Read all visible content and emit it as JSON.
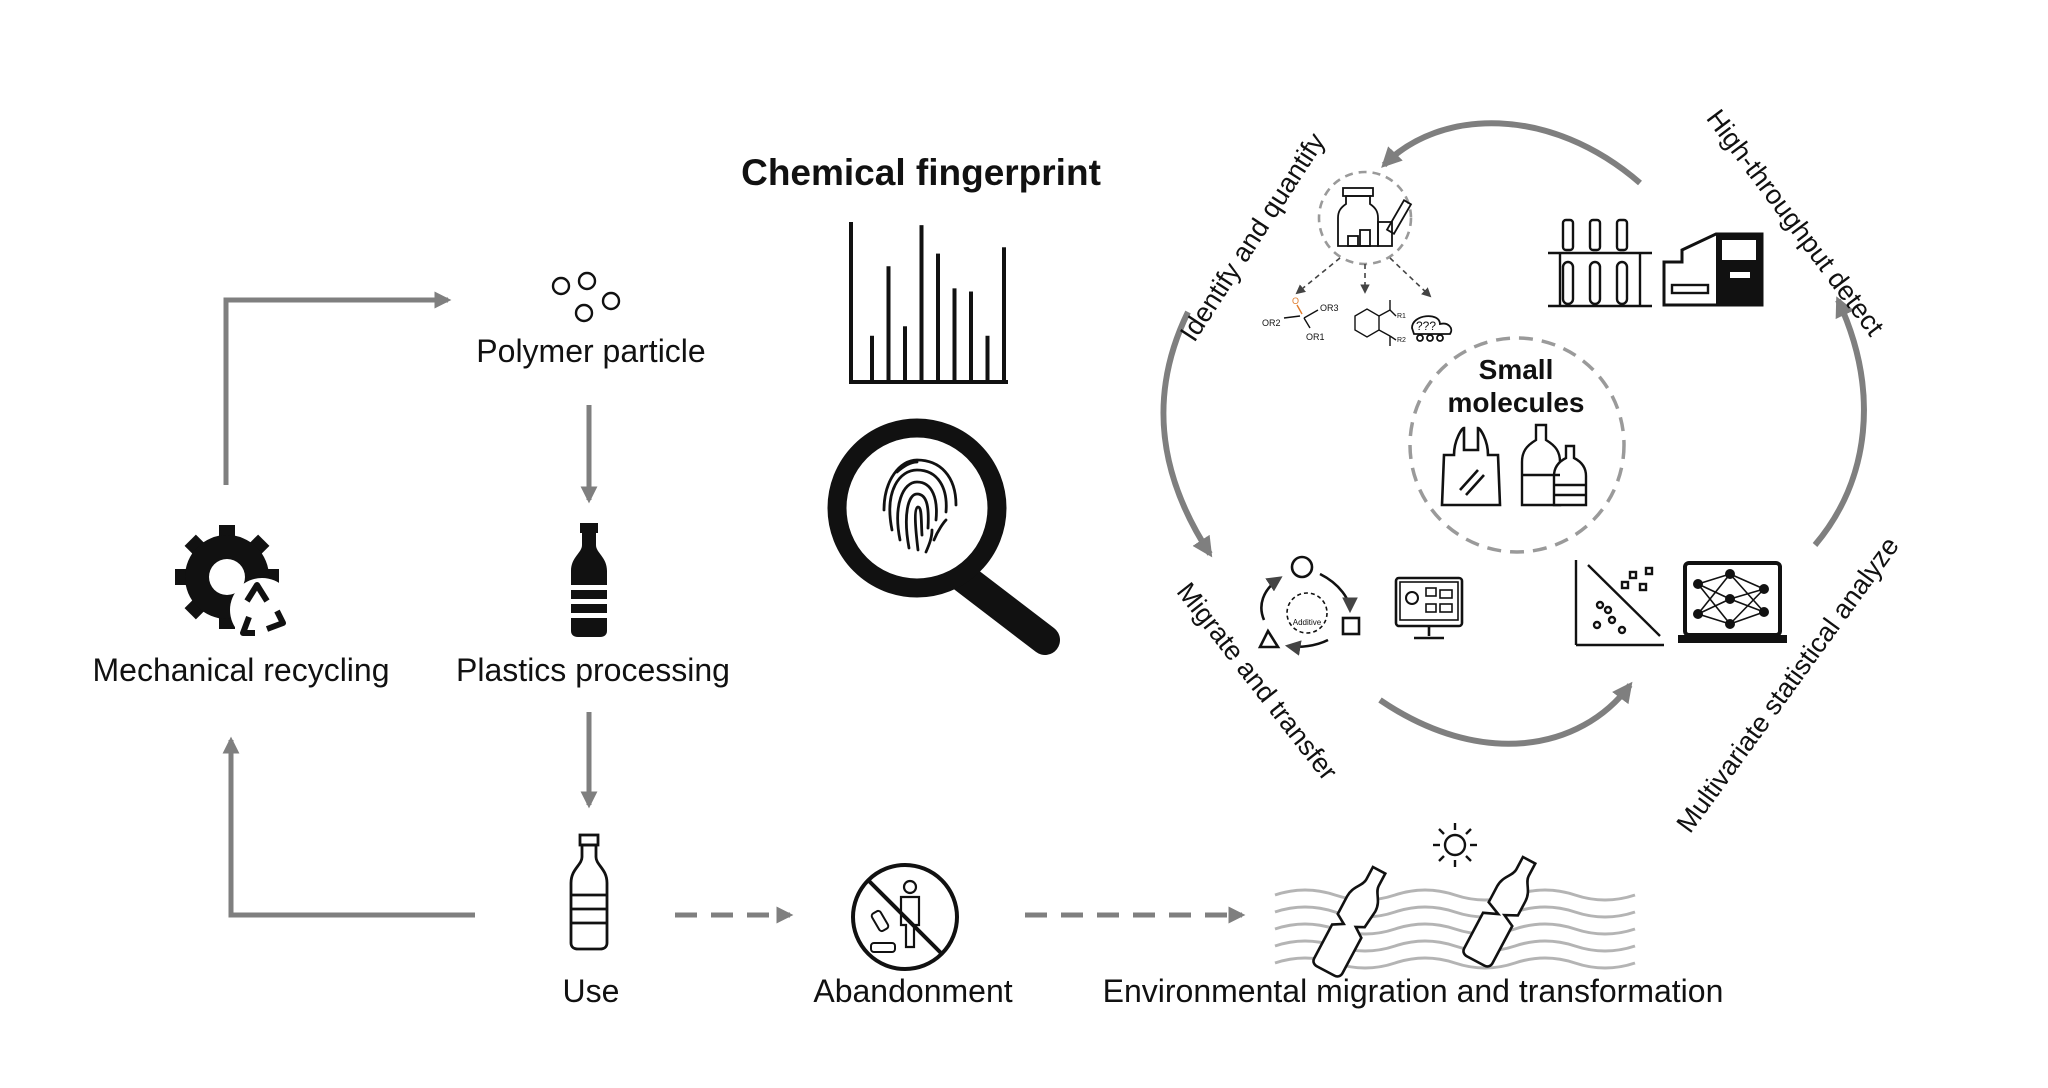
{
  "lifecycle": {
    "polymer_particle": "Polymer particle",
    "plastics_processing": "Plastics processing",
    "use": "Use",
    "mechanical_recycling": "Mechanical recycling",
    "abandonment": "Abandonment",
    "environmental": "Environmental migration and transformation"
  },
  "fingerprint": {
    "title": "Chemical fingerprint",
    "spectrum_bars": [
      0.28,
      0.72,
      0.34,
      0.98,
      0.8,
      0.58,
      0.56,
      0.28,
      0.84
    ]
  },
  "cycle": {
    "identify": "Identify and quantify",
    "high_throughput": "High-throughput detect",
    "migrate": "Migrate and transfer",
    "multivariate": "Multivariate statistical analyze",
    "center_line1": "Small",
    "center_line2": "molecules",
    "phosphate": {
      "or1": "OR1",
      "or2": "OR2",
      "or3": "OR3",
      "o": "O"
    },
    "phthalate": {
      "r1": "R1",
      "r2": "R2"
    },
    "additive": "Additive"
  },
  "colors": {
    "arrow": "#7f7f7f",
    "stroke": "#111111",
    "dashed_circle": "#9a9a9a",
    "phosphorus": "#e07b2a"
  }
}
